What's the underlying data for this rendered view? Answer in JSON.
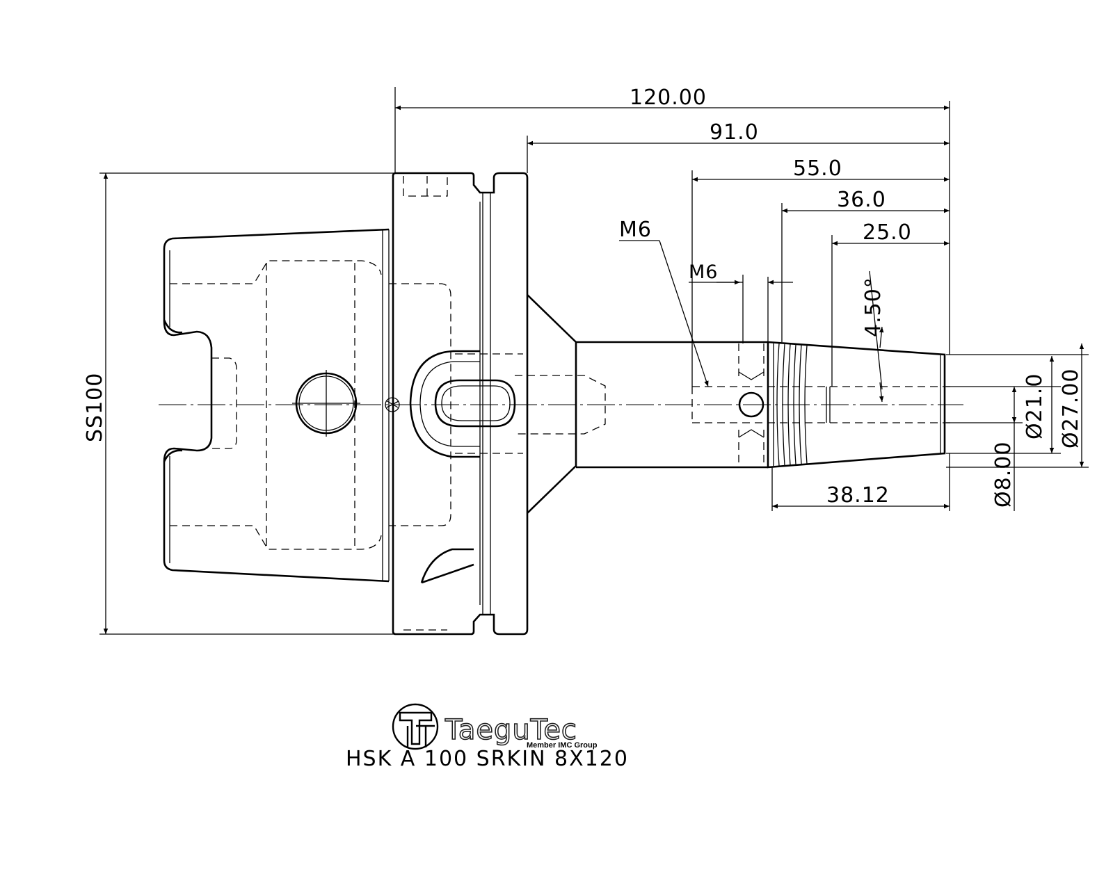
{
  "drawing": {
    "dimensions": {
      "overall_length": "120.00",
      "dim_91": "91.0",
      "dim_55": "55.0",
      "dim_36": "36.0",
      "dim_25": "25.0",
      "thread_label_1": "M6",
      "thread_label_2": "M6",
      "angle": "4.50°",
      "diameter_21": "Ø21.0",
      "diameter_27": "Ø27.00",
      "diameter_8": "Ø8.00",
      "taper_length": "38.12",
      "shank_size": "SS100"
    },
    "logo": {
      "brand": "TaeguTec",
      "tagline": "Member IMC Group"
    },
    "caption": "HSK A 100 SRKIN 8X120"
  }
}
